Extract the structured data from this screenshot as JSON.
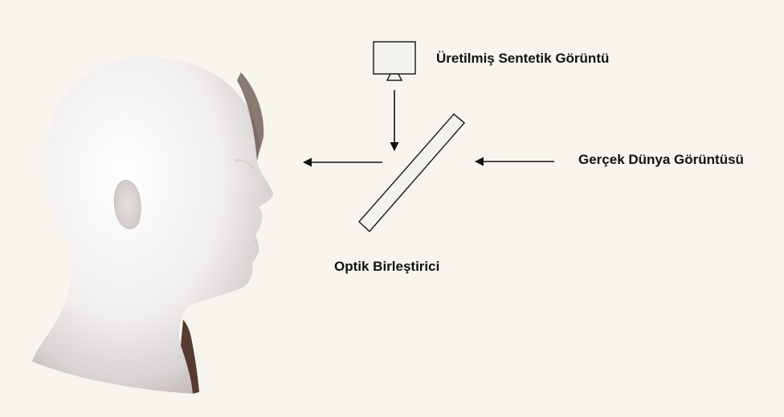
{
  "diagram": {
    "labels": {
      "synthetic_image": "Üretilmiş Sentetik Görüntü",
      "real_world_image": "Gerçek Dünya Görüntüsü",
      "optical_combiner": "Optik Birleştirici"
    },
    "icons": {
      "head": "human-head-profile-icon",
      "display": "monitor-icon",
      "combiner": "combiner-plate-icon"
    },
    "colors": {
      "background": "#f8f5ee",
      "lines": "#111111",
      "head_light": "#fbf9f8",
      "head_shadow": "#3a1a12"
    }
  }
}
